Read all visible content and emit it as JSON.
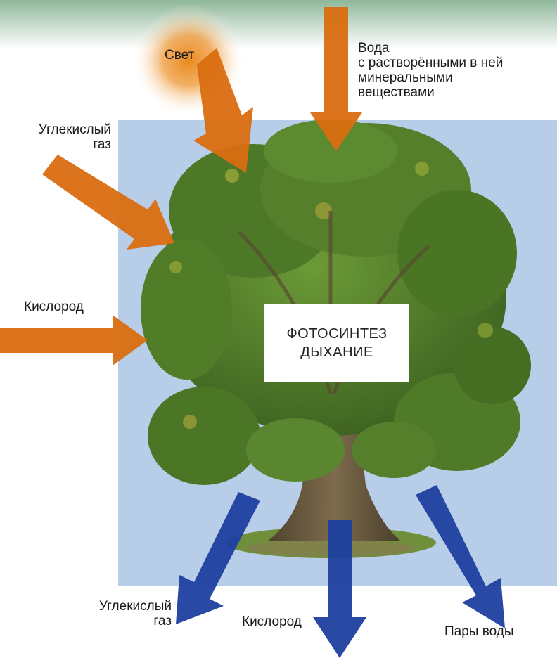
{
  "colors": {
    "sky_panel": "#b7cde8",
    "input_arrow": "#d96d10",
    "output_arrow": "#1d3fa0",
    "foliage": "#4f7a28",
    "trunk": "#6b5a3e"
  },
  "inputs": {
    "light": "Свет",
    "water_line1": "Вода",
    "water_line2": "с растворёнными в ней",
    "water_line3": "минеральными",
    "water_line4": "веществами",
    "co2_line1": "Углекислый",
    "co2_line2": "газ",
    "oxygen": "Кислород"
  },
  "center": {
    "line1": "ФОТОСИНТЕЗ",
    "line2": "ДЫХАНИЕ"
  },
  "outputs": {
    "co2_line1": "Углекислый",
    "co2_line2": "газ",
    "oxygen": "Кислород",
    "water_vapor": "Пары воды"
  },
  "icons": {
    "sun": "sun-icon",
    "tree": "oak-tree-icon"
  }
}
